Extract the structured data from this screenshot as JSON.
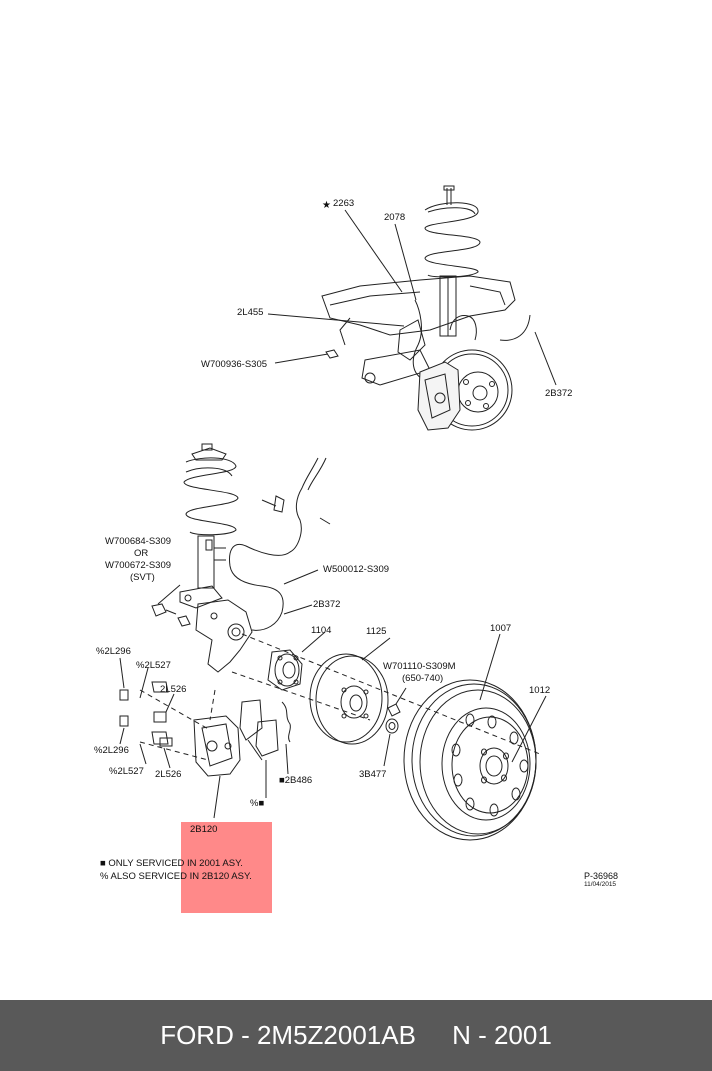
{
  "labels": {
    "l2263": "2263",
    "l2078": "2078",
    "l2L455": "2L455",
    "lW700936": "W700936-S305",
    "l2B372top": "2B372",
    "lW700684": "W700684-S309",
    "lOR": "OR",
    "lW700672": "W700672-S309",
    "lSVT": "(SVT)",
    "lW500012": "W500012-S309",
    "l2B372": "2B372",
    "l1104": "1104",
    "l1125": "1125",
    "l1007": "1007",
    "lW701110": "W701110-S309M",
    "l650740": "(650-740)",
    "l1012": "1012",
    "l2L296a": "%2L296",
    "l2L527a": "%2L527",
    "l2L526a": "2L526",
    "l2L296b": "%2L296",
    "l2L527b": "%2L527",
    "l2L526b": "2L526",
    "l2B486": "■2B486",
    "l3B477": "3B477",
    "lPct": "%■",
    "l2B120": "2B120"
  },
  "notes": {
    "only_serviced": "■ ONLY SERVICED IN 2001 ASY.",
    "also_serviced": "% ALSO SERVICED IN 2B120 ASY."
  },
  "ref": {
    "code": "P-36968",
    "date": "11/04/2015"
  },
  "footer": {
    "text": "FORD - 2M5Z2001AB     N - 2001"
  },
  "colors": {
    "highlight": "#ff7f7f",
    "footer_bg": "#595959"
  },
  "icons": {
    "star": "star-icon"
  }
}
